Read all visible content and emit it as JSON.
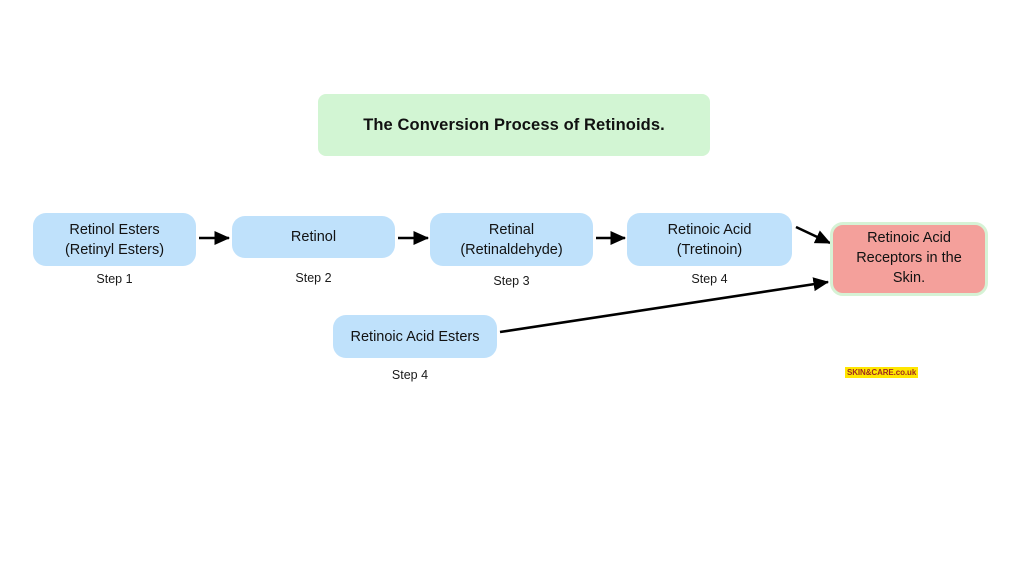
{
  "title": {
    "text": "The Conversion Process of Retinoids.",
    "background": "#d2f5d3"
  },
  "colors": {
    "node_blue": "#bfe1fb",
    "node_red": "#f4a09b",
    "node_red_border": "#d6f2d5",
    "banner_green": "#d2f5d3",
    "arrow": "#000000",
    "watermark_bg": "#ffe600",
    "watermark_text": "#9e2a1f"
  },
  "nodes": [
    {
      "id": "retinol-esters",
      "line1": "Retinol Esters",
      "line2": "(Retinyl Esters)",
      "step": "Step 1"
    },
    {
      "id": "retinol",
      "line1": "Retinol",
      "line2": "",
      "step": "Step 2"
    },
    {
      "id": "retinal",
      "line1": "Retinal",
      "line2": "(Retinaldehyde)",
      "step": "Step 3"
    },
    {
      "id": "retinoic-acid",
      "line1": "Retinoic Acid",
      "line2": "(Tretinoin)",
      "step": "Step 4"
    },
    {
      "id": "retinoic-acid-esters",
      "line1": "Retinoic Acid Esters",
      "line2": "",
      "step": "Step 4"
    }
  ],
  "receptor": {
    "line1": "Retinoic Acid",
    "line2": "Receptors in the",
    "line3": "Skin."
  },
  "watermark": {
    "text": "SKIN&CARE.co.uk"
  }
}
